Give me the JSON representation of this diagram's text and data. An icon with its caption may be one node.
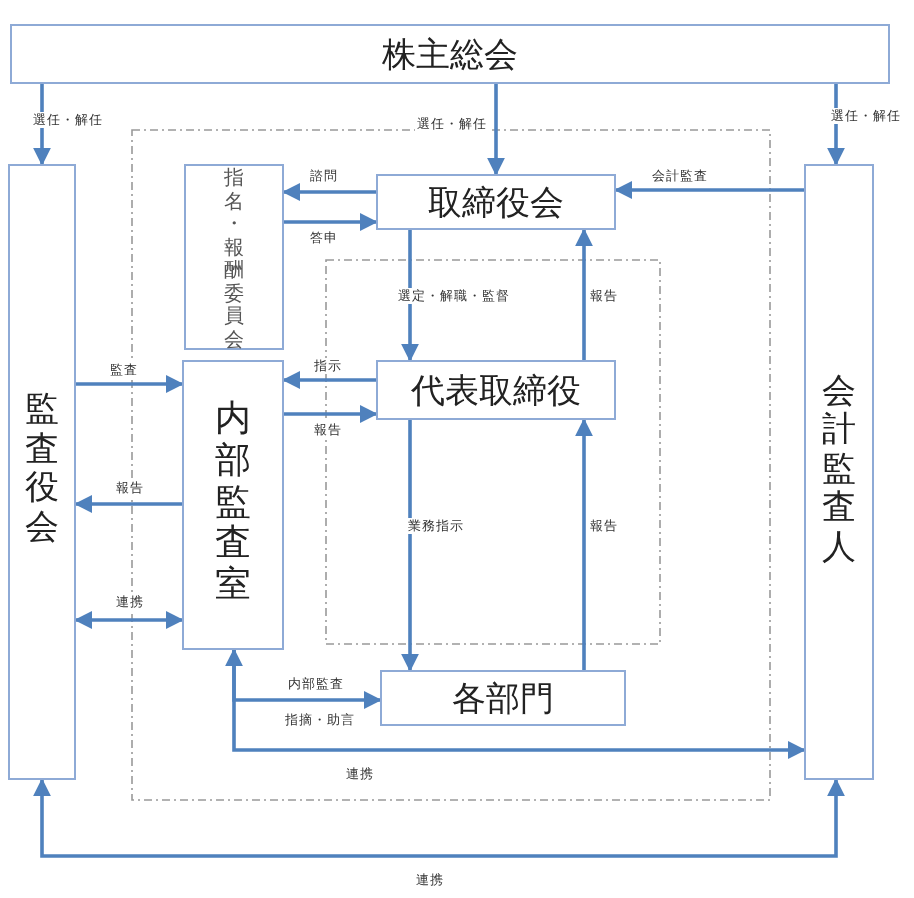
{
  "diagram": {
    "nodes": [
      {
        "text": [
          "株主総会"
        ]
      },
      {
        "text": [
          "監査役会"
        ]
      },
      {
        "text": [
          "指名・報酬委員会"
        ]
      },
      {
        "text": [
          "取締役会"
        ]
      },
      {
        "text": [
          "内部監査室"
        ]
      },
      {
        "text": [
          "代表取締役"
        ]
      },
      {
        "text": [
          "各部門"
        ]
      },
      {
        "text": [
          "会計監査人"
        ]
      }
    ],
    "edges": [
      {
        "from": 0,
        "to": 1,
        "arrow": "to",
        "label": "選任・解任"
      },
      {
        "from": 0,
        "to": 3,
        "arrow": "to",
        "label": "選任・解任"
      },
      {
        "from": 0,
        "to": 7,
        "arrow": "to",
        "label": "選任・解任"
      },
      {
        "from": 7,
        "to": 3,
        "arrow": "to",
        "label": "会計監査"
      },
      {
        "from": 3,
        "to": 2,
        "arrow": "to",
        "label": "諮問"
      },
      {
        "from": 2,
        "to": 3,
        "arrow": "to",
        "label": "答申"
      },
      {
        "from": 3,
        "to": 5,
        "arrow": "to",
        "label": "選定・解職・監督"
      },
      {
        "from": 5,
        "to": 3,
        "arrow": "to",
        "label": "報告"
      },
      {
        "from": 1,
        "to": 4,
        "arrow": "to",
        "label": "監査"
      },
      {
        "from": 5,
        "to": 4,
        "arrow": "to",
        "label": "指示"
      },
      {
        "from": 4,
        "to": 5,
        "arrow": "to",
        "label": "報告"
      },
      {
        "from": 4,
        "to": 1,
        "arrow": "to",
        "label": "報告"
      },
      {
        "from": 1,
        "to": 4,
        "arrow": "both",
        "label": "連携"
      },
      {
        "from": 5,
        "to": 6,
        "arrow": "to",
        "label": "業務指示"
      },
      {
        "from": 6,
        "to": 5,
        "arrow": "to",
        "label": "報告"
      },
      {
        "from": 4,
        "to": 6,
        "arrow": "to",
        "label": "内部監査"
      },
      {
        "from": 4,
        "to": 7,
        "arrow": "both",
        "label": "連携"
      },
      {
        "from": 1,
        "to": 7,
        "arrow": "both",
        "label": "連携"
      }
    ],
    "labels": [
      "指摘・助言"
    ]
  }
}
